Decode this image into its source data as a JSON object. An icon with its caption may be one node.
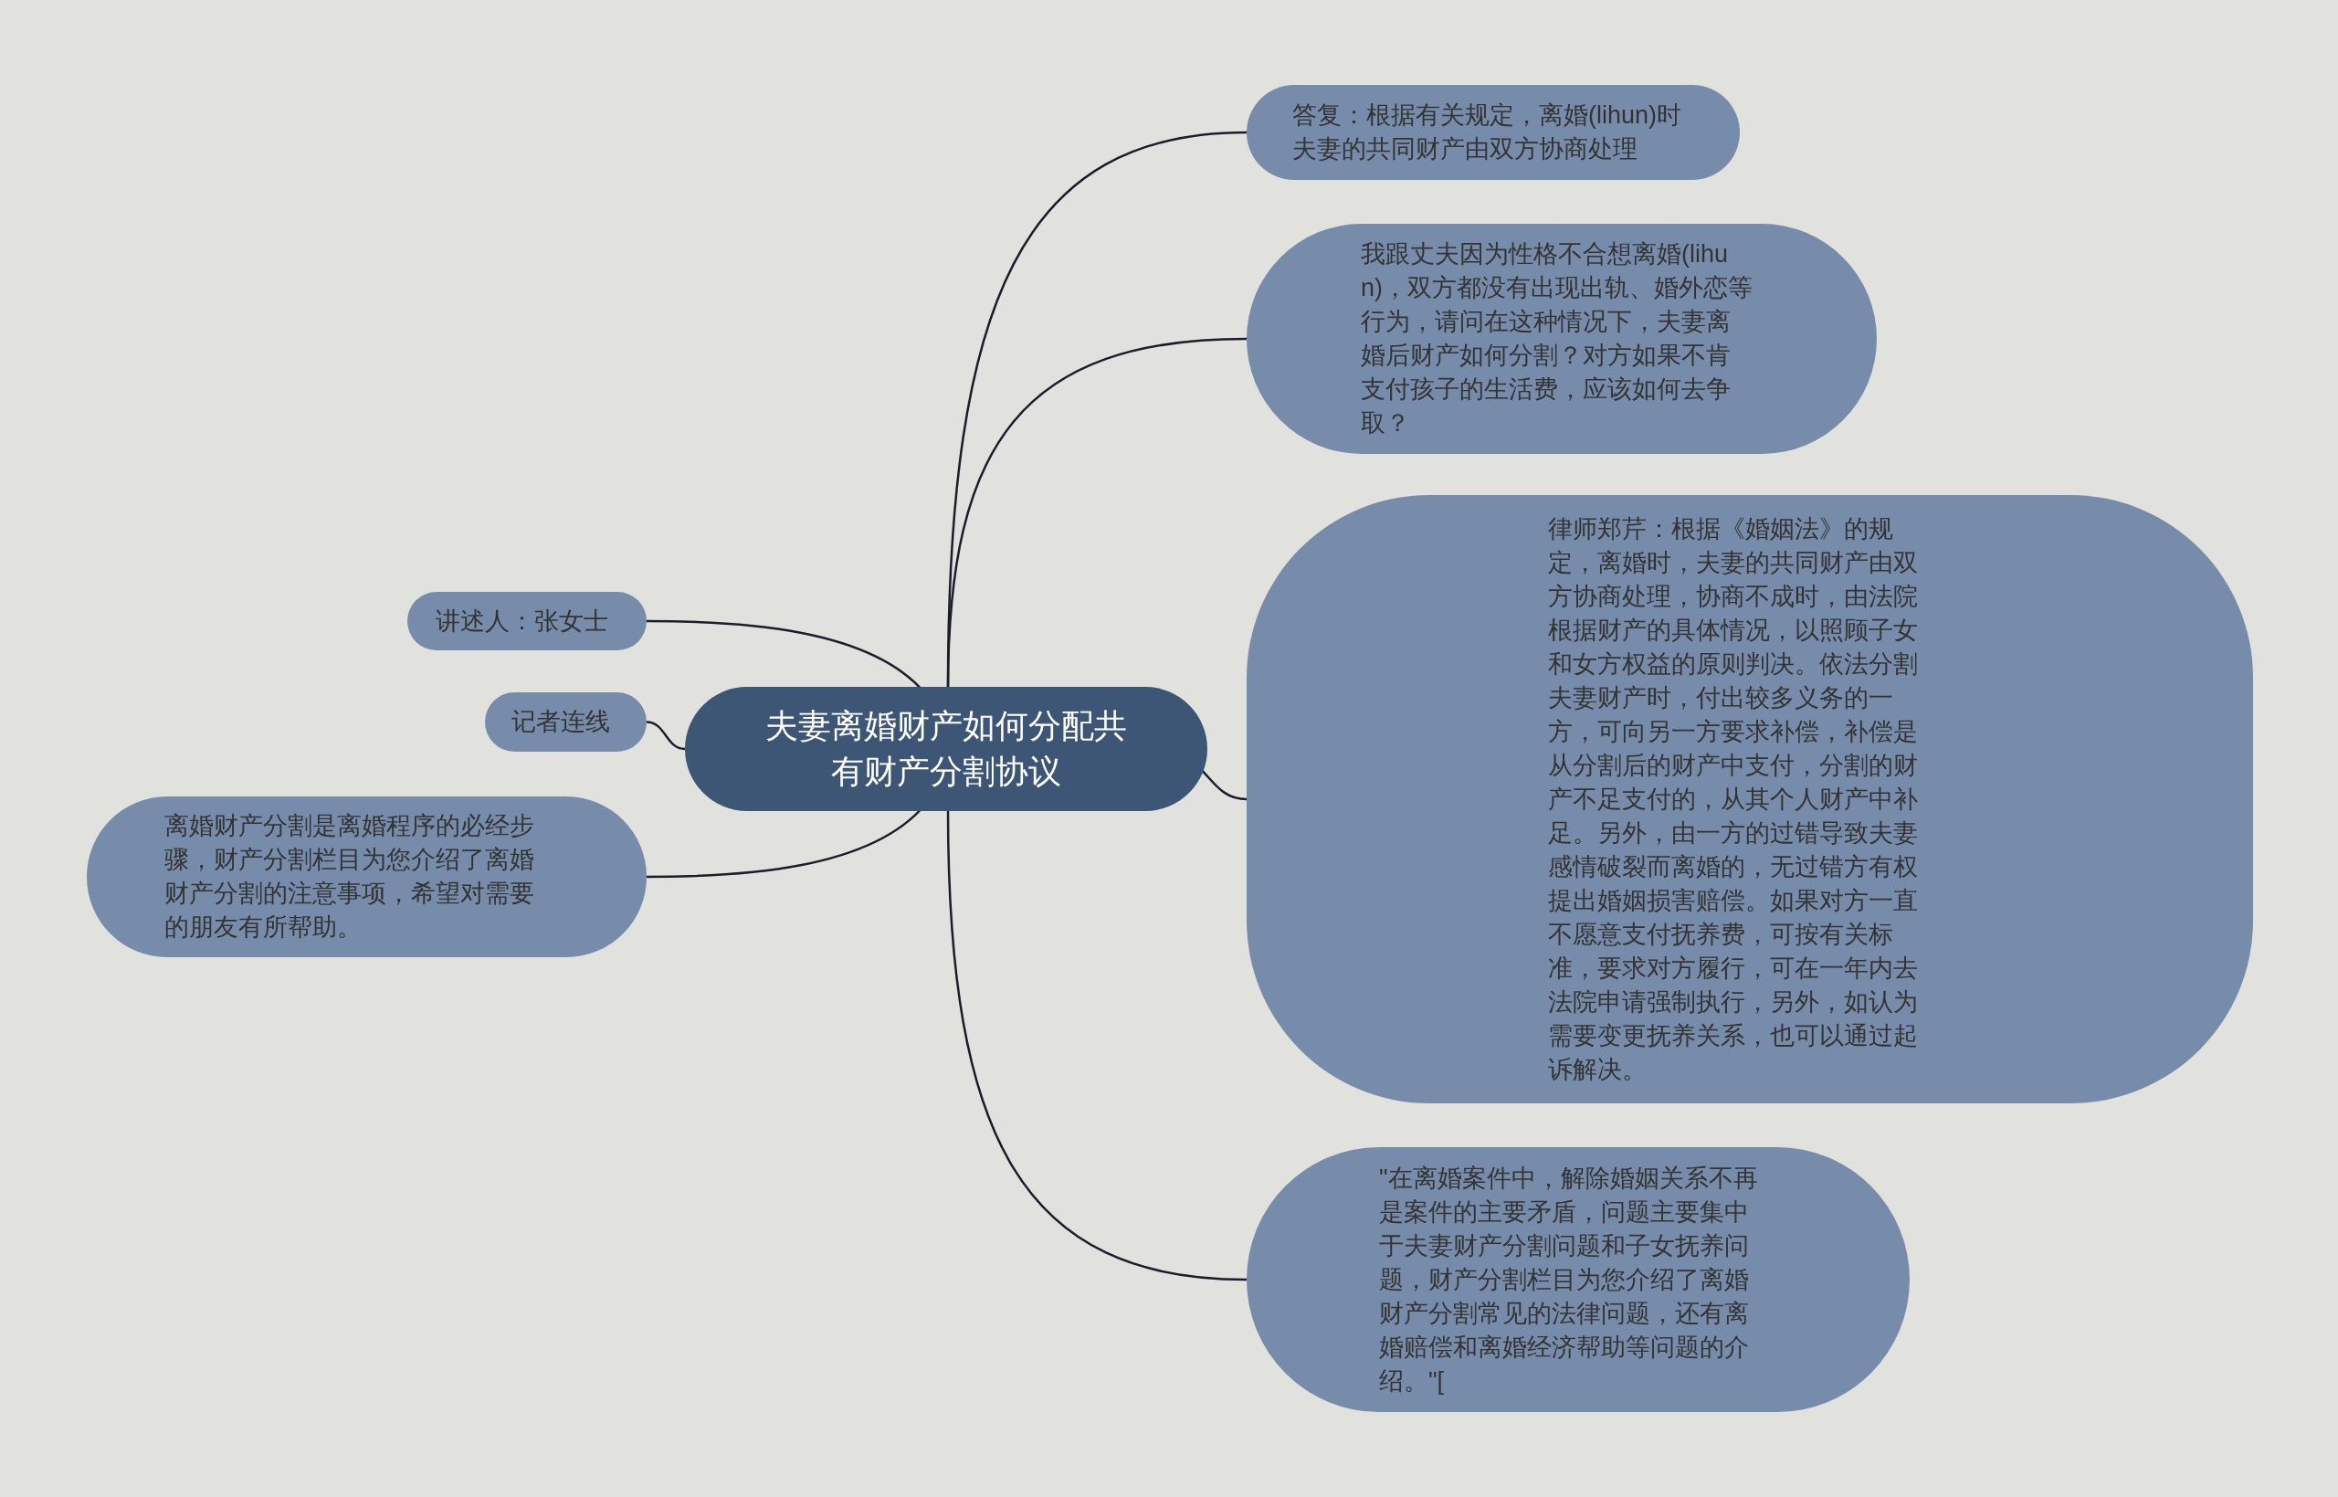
{
  "diagram": {
    "nodes": [
      {
        "text": [
          "夫妻离婚财产如何分配共有财产分割协议"
        ]
      },
      {
        "text": [
          "答复：根据有关规定，离婚(lihun)时夫妻的共同财产由双方协商处理"
        ]
      },
      {
        "text": [
          "我跟丈夫因为性格不合想离婚(lihun)，双方都没有出现出轨、婚外恋等行为，请问在这种情况下，夫妻离婚后财产如何分割？对方如果不肯支付孩子的生活费，应该如何去争取？"
        ]
      },
      {
        "text": [
          "讲述人：张女士"
        ]
      },
      {
        "text": [
          "记者连线"
        ]
      },
      {
        "text": [
          "律师郑芹：根据《婚姻法》的规定，离婚时，夫妻的共同财产由双方协商处理，协商不成时，由法院根据财产的具体情况，以照顾子女和女方权益的原则判决。依法分割夫妻财产时，付出较多义务的一方，可向另一方要求补偿，补偿是从分割后的财产中支付，分割的财产不足支付的，从其个人财产中补足。另外，由一方的过错导致夫妻感情破裂而离婚的，无过错方有权提出婚姻损害赔偿。如果对方一直不愿意支付抚养费，可按有关标准，要求对方履行，可在一年内去法院申请强制执行，另外，如认为需要变更抚养关系，也可以通过起诉解决。"
        ]
      },
      {
        "text": [
          "离婚财产分割是离婚程序的必经步骤，财产分割栏目为您介绍了离婚财产分割的注意事项，希望对需要的朋友有所帮助。"
        ]
      },
      {
        "text": [
          "\"在离婚案件中，解除婚姻关系不再是案件的主要矛盾，问题主要集中于夫妻财产分割问题和子女抚养问题，财产分割栏目为您介绍了离婚财产分割常见的法律问题，还有离婚赔偿和离婚经济帮助等问题的介绍。\"["
        ]
      }
    ],
    "edges": [
      {
        "from": 0,
        "to": 1,
        "arrow": "none"
      },
      {
        "from": 0,
        "to": 2,
        "arrow": "none"
      },
      {
        "from": 0,
        "to": 3,
        "arrow": "none"
      },
      {
        "from": 0,
        "to": 4,
        "arrow": "none"
      },
      {
        "from": 0,
        "to": 5,
        "arrow": "none"
      },
      {
        "from": 0,
        "to": 6,
        "arrow": "none"
      },
      {
        "from": 0,
        "to": 7,
        "arrow": "none"
      }
    ]
  }
}
